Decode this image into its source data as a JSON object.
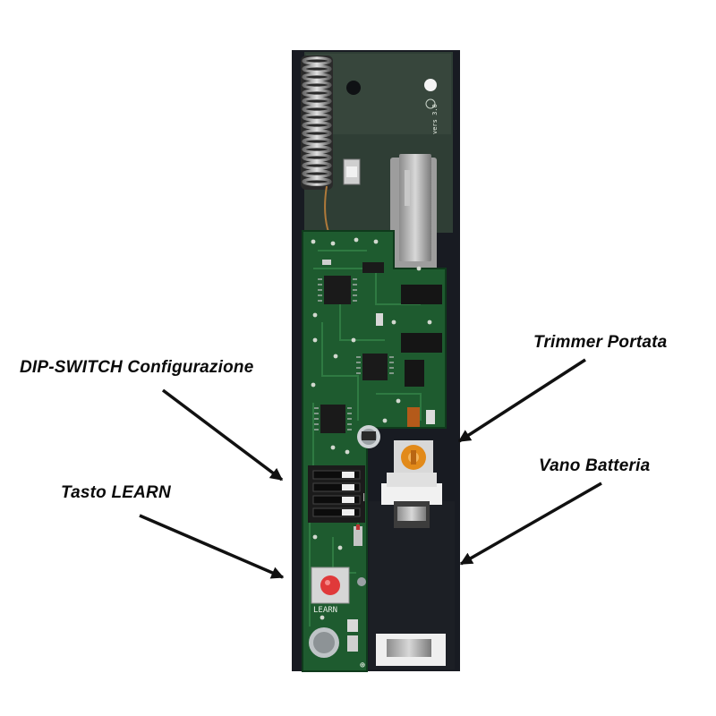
{
  "callouts": {
    "dip_switch": "DIP-SWITCH Configurazione",
    "learn_button": "Tasto LEARN",
    "trimmer": "Trimmer Portata",
    "battery_bay": "Vano Batteria"
  },
  "board": {
    "silkscreen_learn": "LEARN"
  },
  "colors": {
    "pcb_green": "#1d5a2e",
    "ground_plane": "#2e3d33",
    "arrow": "#111111",
    "label_text": "#0a0a0a"
  }
}
